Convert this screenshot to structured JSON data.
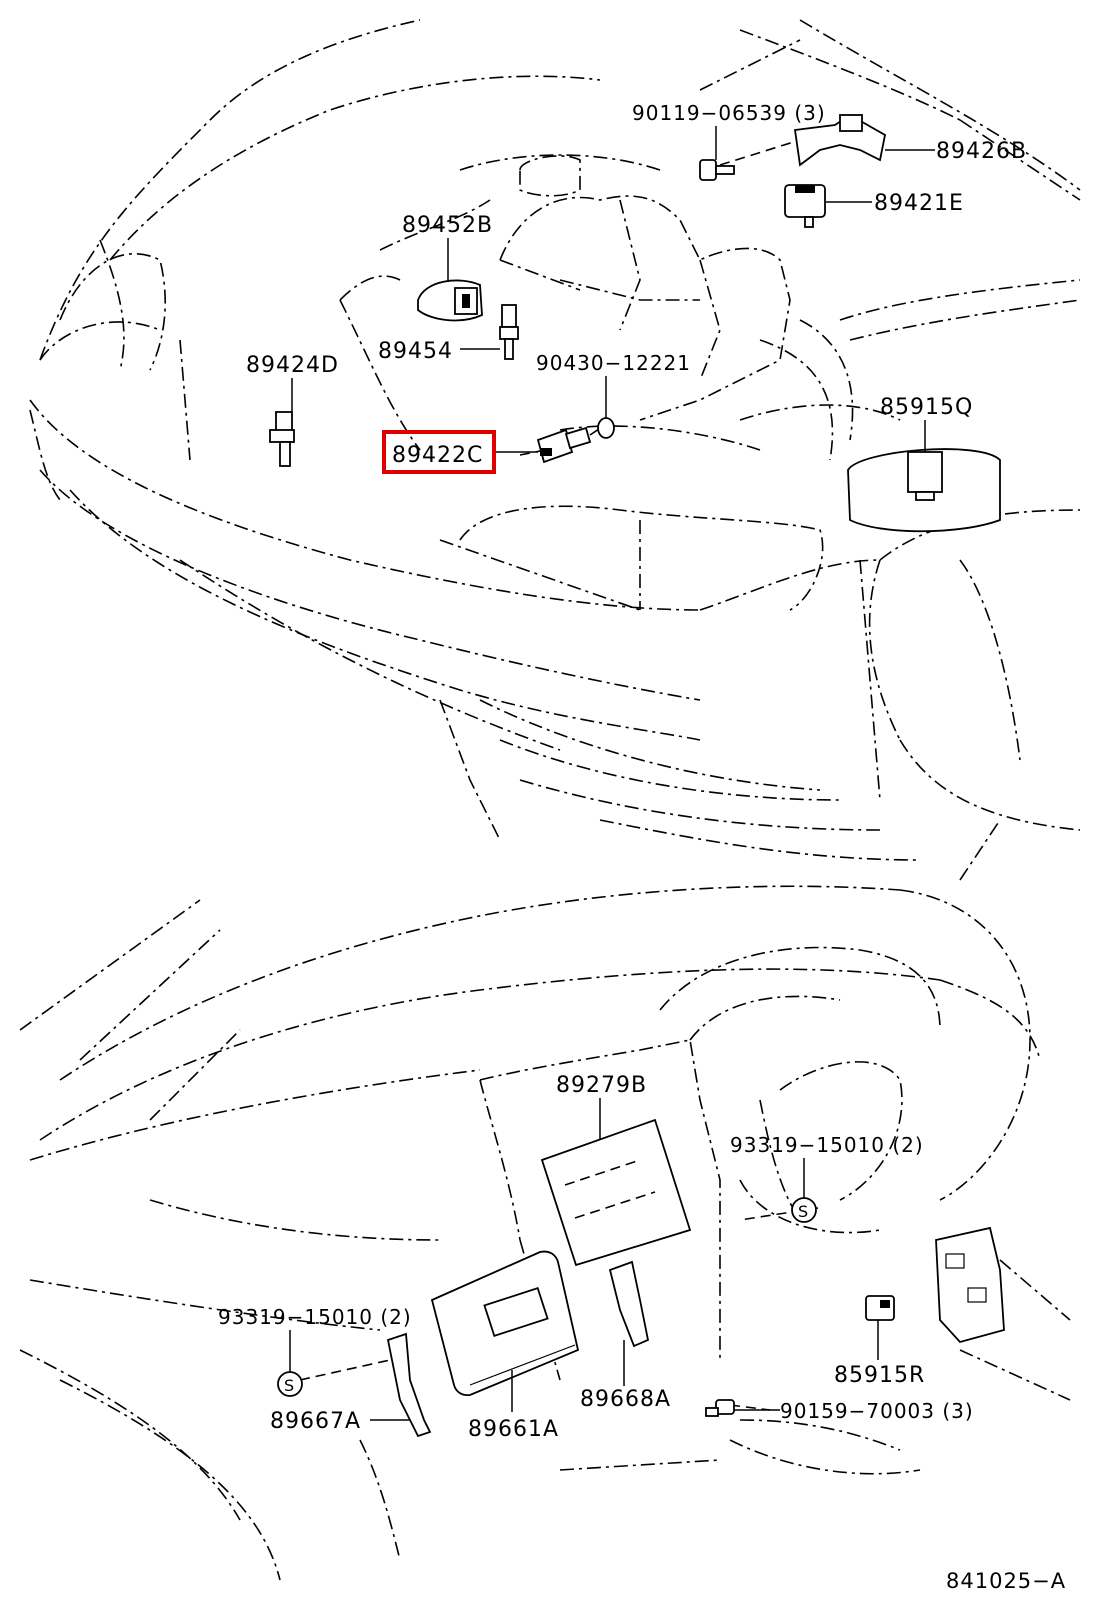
{
  "labels": {
    "p90119": "90119−06539 (3)",
    "p89426B": "89426B",
    "p89421E": "89421E",
    "p89452B": "89452B",
    "p89454": "89454",
    "p90430": "90430−12221",
    "p89424D": "89424D",
    "p89422C": "89422C",
    "p85915Q": "85915Q",
    "p89279B": "89279B",
    "p93319_right": "93319−15010 (2)",
    "p93319_left": "93319−15010 (2)",
    "p85915R": "85915R",
    "p89667A": "89667A",
    "p89661A": "89661A",
    "p89668A": "89668A",
    "p90159": "90159−70003 (3)",
    "s_symbol": "S",
    "diagram_ref": "841025−A"
  },
  "highlight": {
    "part": "89422C",
    "color": "#e00000"
  }
}
